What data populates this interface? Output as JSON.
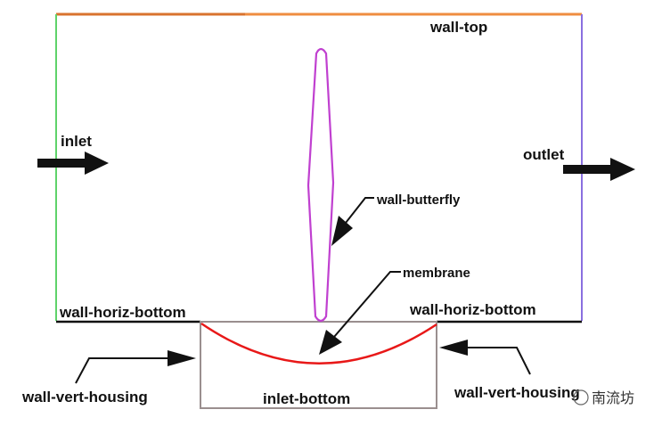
{
  "labels": {
    "wall_top": "wall-top",
    "inlet": "inlet",
    "outlet": "outlet",
    "wall_butterfly": "wall-butterfly",
    "membrane": "membrane",
    "wall_horiz_bottom_left": "wall-horiz-bottom",
    "wall_horiz_bottom_right": "wall-horiz-bottom",
    "wall_vert_housing_left": "wall-vert-housing",
    "wall_vert_housing_right": "wall-vert-housing",
    "inlet_bottom": "inlet-bottom"
  },
  "watermark": "南流坊",
  "colors": {
    "wall_top": "#e8823a",
    "inlet": "#5fd36a",
    "outlet": "#8a6fe0",
    "butterfly": "#c040d0",
    "membrane": "#e81818",
    "housing": "#9a8f8f",
    "horiz_bottom": "#111111"
  }
}
